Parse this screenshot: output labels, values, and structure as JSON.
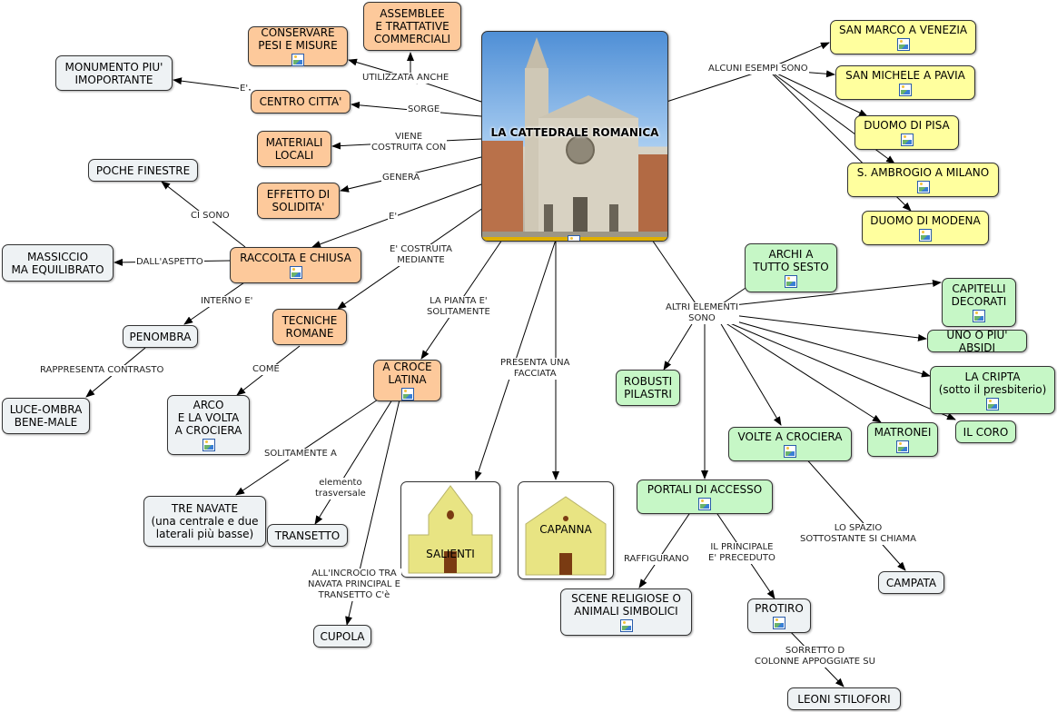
{
  "center": {
    "title": "LA CATTEDRALE ROMANICA"
  },
  "nodes": {
    "assemblee": "ASSEMBLEE\nE TRATTATIVE\nCOMMERCIALI",
    "conservare": "CONSERVARE\nPESI E MISURE",
    "monumento": "MONUMENTO PIU'\nIMOPORTANTE",
    "centro": "CENTRO CITTA'",
    "materiali": "MATERIALI\nLOCALI",
    "poche": "POCHE FINESTRE",
    "effetto": "EFFETTO DI\nSOLIDITA'",
    "massiccio": "MASSICCIO\nMA EQUILIBRATO",
    "raccolta": "RACCOLTA E CHIUSA",
    "tecniche": "TECNICHE\nROMANE",
    "penombra": "PENOMBRA",
    "luce": "LUCE-OMBRA\nBENE-MALE",
    "arco": "ARCO\nE LA VOLTA\nA CROCIERA",
    "croce": "A CROCE\nLATINA",
    "tre": "TRE NAVATE\n(una centrale e due\nlaterali più basse)",
    "transetto": "TRANSETTO",
    "cupola": "CUPOLA",
    "salienti": "SALIENTI",
    "capanna": "CAPANNA",
    "sanmarco": "SAN MARCO A VENEZIA",
    "sanmichele": "SAN MICHELE A PAVIA",
    "pisa": "DUOMO DI PISA",
    "ambrogio": "S. AMBROGIO A MILANO",
    "modena": "DUOMO DI MODENA",
    "archi": "ARCHI A\nTUTTO SESTO",
    "capitelli": "CAPITELLI\nDECORATI",
    "absidi": "UNO O PIU' ABSIDI",
    "robusti": "ROBUSTI\nPILASTRI",
    "cripta": "LA CRIPTA\n(sotto il presbiterio)",
    "volte": "VOLTE A CROCIERA",
    "matronei": "MATRONEI",
    "coro": "IL CORO",
    "portali": "PORTALI DI ACCESSO",
    "scene": "SCENE RELIGIOSE O\nANIMALI SIMBOLICI",
    "protiro": "PROTIRO",
    "campata": "CAMPATA",
    "leoni": "LEONI STILOFORI"
  },
  "links": {
    "utilizzata": "UTILIZZATA ANCHE",
    "e1": "E'",
    "sorge": "SORGE",
    "viene": "VIENE\nCOSTRUITA CON",
    "genera": "GENERA",
    "cisono": "CI SONO",
    "e2": "E'",
    "dallaspetto": "DALL'ASPETTO",
    "costruita": "E' COSTRUITA\nMEDIANTE",
    "interno": "INTERNO E'",
    "rappresenta": "RAPPRESENTA CONTRASTO",
    "come": "COME",
    "pianta": "LA PIANTA E'\nSOLITAMENTE",
    "presenta": "PRESENTA UNA\nFACCIATA",
    "esempi": "ALCUNI ESEMPI SONO",
    "altri": "ALTRI ELEMENTI\nSONO",
    "solitamente": "SOLITAMENTE A",
    "elemento": "elemento\ntrasversale",
    "incrocio": "ALL'INCROCIO TRA\nNAVATA PRINCIPAL E\nTRANSETTO C'è",
    "raffigurano": "RAFFIGURANO",
    "principale": "IL PRINCIPALE\nE' PRECEDUTO",
    "spazio": "LO SPAZIO\nSOTTOSTANTE SI CHIAMA",
    "sorretto": "SORRETTO D\nCOLONNE APPOGGIATE SU"
  },
  "colors": {
    "orange": "#fdc99b",
    "yellow": "#ffff9e",
    "green": "#c6f7c6",
    "gray": "#eef2f4",
    "facade": "#e8e483",
    "door": "#7a3b12"
  },
  "icons": [
    "image-icon"
  ]
}
